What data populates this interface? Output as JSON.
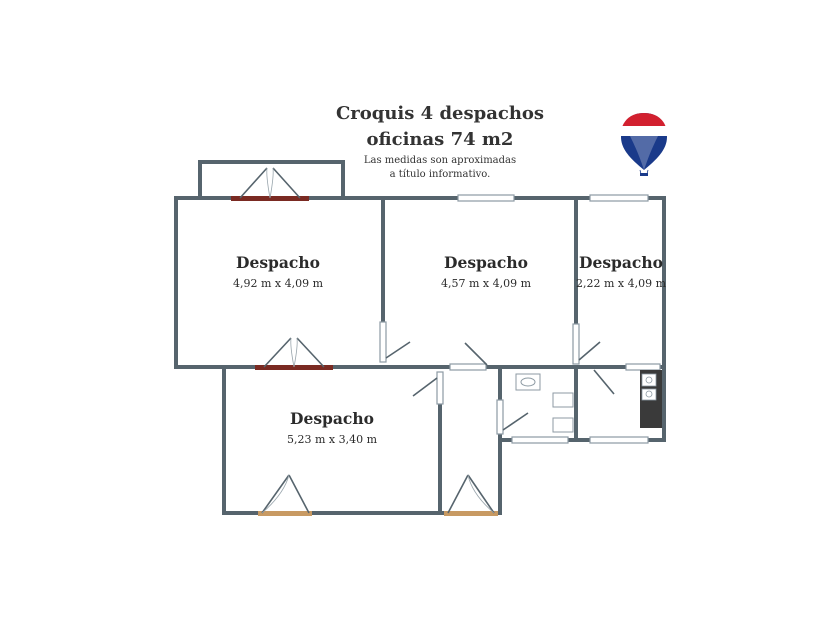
{
  "title": {
    "line1": "Croquis 4 despachos",
    "line2": "oficinas  74 m2",
    "note_line1": "Las medidas son aproximadas",
    "note_line2": "a título informativo."
  },
  "logo": {
    "text": "RE/MAX",
    "colors": {
      "red": "#d2202f",
      "blue": "#1a3a8a",
      "white": "#ffffff"
    }
  },
  "rooms": [
    {
      "name": "Despacho",
      "dimensions": "4,92 m x 4,09 m"
    },
    {
      "name": "Despacho",
      "dimensions": "4,57 m x 4,09 m"
    },
    {
      "name": "Despacho",
      "dimensions": "2,22 m x 4,09 m"
    },
    {
      "name": "Despacho",
      "dimensions": "5,23 m x 3,40 m"
    }
  ],
  "colors": {
    "wall": "#56646d",
    "double_door_sill": "#7a2a22",
    "entrance_sill": "#c89a63",
    "window": "#8d9aa3"
  }
}
